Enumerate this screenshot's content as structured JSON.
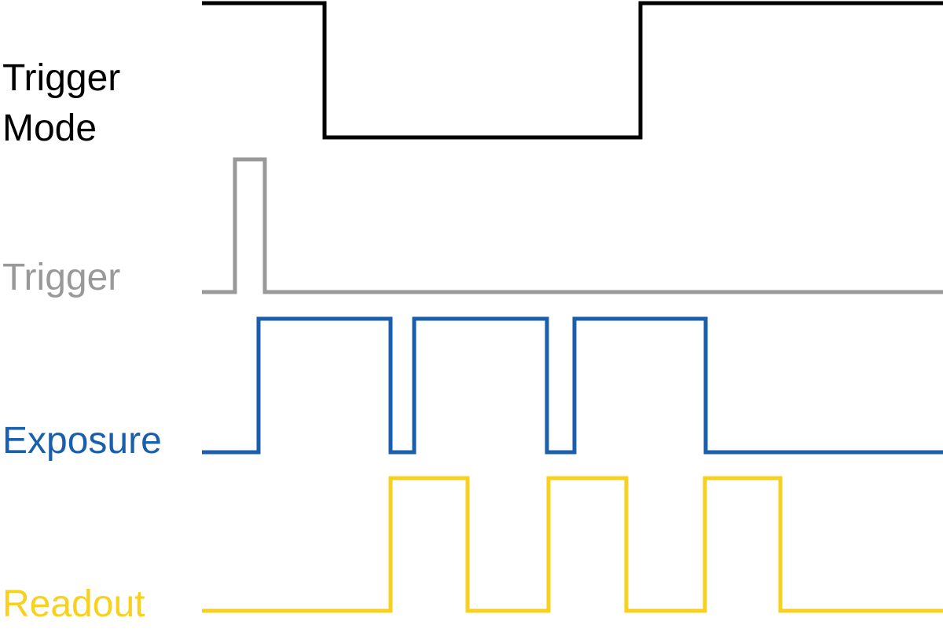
{
  "diagram": {
    "type": "timing-diagram",
    "signals": [
      {
        "key": "trigger_mode",
        "label_lines": [
          "Trigger",
          "Mode"
        ],
        "color": "#000000",
        "initial_level": "high",
        "levels": [
          "high",
          "low",
          "high"
        ]
      },
      {
        "key": "trigger",
        "label_lines": [
          "Trigger"
        ],
        "color": "#999999",
        "initial_level": "low",
        "levels": [
          "low",
          "high",
          "low"
        ]
      },
      {
        "key": "exposure",
        "label_lines": [
          "Exposure"
        ],
        "color": "#1A5FAB",
        "initial_level": "low",
        "levels": [
          "low",
          "high",
          "low",
          "high",
          "low",
          "high",
          "low"
        ]
      },
      {
        "key": "readout",
        "label_lines": [
          "Readout"
        ],
        "color": "#F7D11E",
        "initial_level": "low",
        "levels": [
          "low",
          "high",
          "low",
          "high",
          "low",
          "high",
          "low"
        ]
      }
    ]
  }
}
